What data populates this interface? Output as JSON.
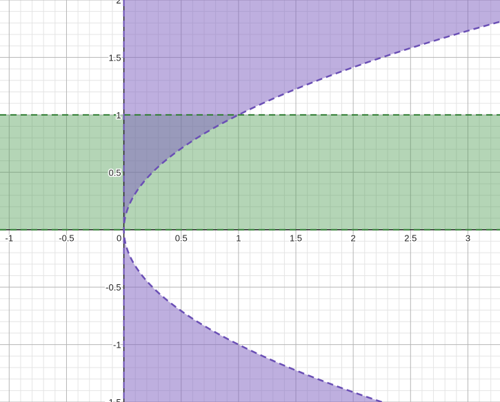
{
  "chart_data": {
    "type": "area",
    "x_range": [
      -1.08,
      3.28
    ],
    "y_range": [
      -1.5,
      2.0
    ],
    "grid": true,
    "minor_grid_step": 0.1,
    "major_grid_step": 0.5,
    "x_tick_labels": [
      "-1",
      "-0.5",
      "0",
      "0.5",
      "1",
      "1.5",
      "2",
      "2.5",
      "3"
    ],
    "y_tick_labels": [
      "2",
      "1.5",
      "1",
      "0.5",
      "-0.5",
      "-1",
      "-1.5"
    ],
    "origin_label": "0",
    "regions": [
      {
        "relation": "0 < y < 1",
        "boundaries": [
          {
            "kind": "horizontal_line",
            "y": 0
          },
          {
            "kind": "horizontal_line",
            "y": 1
          }
        ],
        "color": "#4c9a50",
        "opacity": 0.42,
        "boundary_style": "dashed"
      },
      {
        "relation": "x < y^2, x > 0",
        "boundaries": [
          {
            "kind": "parabola",
            "equation": "x = y^2"
          },
          {
            "kind": "vertical_line",
            "x": 0
          }
        ],
        "color": "#7d5fbf",
        "opacity": 0.5,
        "boundary_style": "dashed"
      }
    ]
  },
  "colors": {
    "green_region": "#4c9a50",
    "green_boundary": "#2f7d32",
    "purple_region": "#7d5fbf",
    "purple_boundary": "#6a4fb5",
    "minor_grid": "#e4e4e4",
    "major_grid": "#b5b5b5",
    "axis": "#222222"
  }
}
